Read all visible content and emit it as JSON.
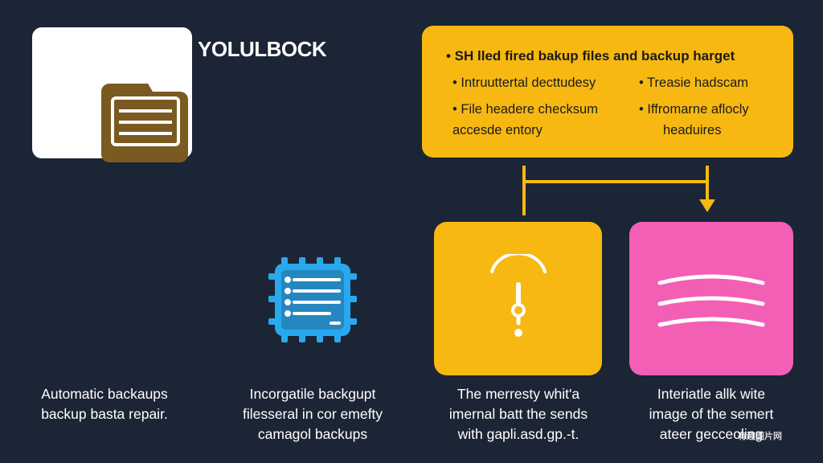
{
  "header": {
    "title": "YOLULBOCK"
  },
  "info_panel": {
    "heading": "• SH lled fired bakup files and backup harget",
    "bullets": [
      [
        "• Intruuttertal decttudesy"
      ],
      [
        "• Treasie hadscam"
      ],
      [
        "• File headere checksum",
        "accesde entory"
      ],
      [
        "• Iffromarne aflocly",
        "headuires"
      ]
    ]
  },
  "captions": [
    [
      "Automatic backaups",
      "backup basta repair."
    ],
    [
      "Incorgatile backgupt",
      "filesseral in cor emefty",
      "camagol backups"
    ],
    [
      "The merresty whit'a",
      "imernal batt the sends",
      "with gapli.asd.gp.-t."
    ],
    [
      "Interiatle allk wite",
      "image of the semert",
      "ateer gecceoling"
    ]
  ],
  "watermark": "有趣图片网",
  "icons": {
    "logo": "folder-document-icon",
    "chip": "chip-list-icon",
    "yellow_card": "probe-signal-icon",
    "pink_card": "waves-icon"
  },
  "colors": {
    "background": "#1c2535",
    "yellow": "#f7b812",
    "pink": "#f45fb6",
    "folder_brown": "#7b5a22",
    "chip_blue": "#28a9ef"
  }
}
